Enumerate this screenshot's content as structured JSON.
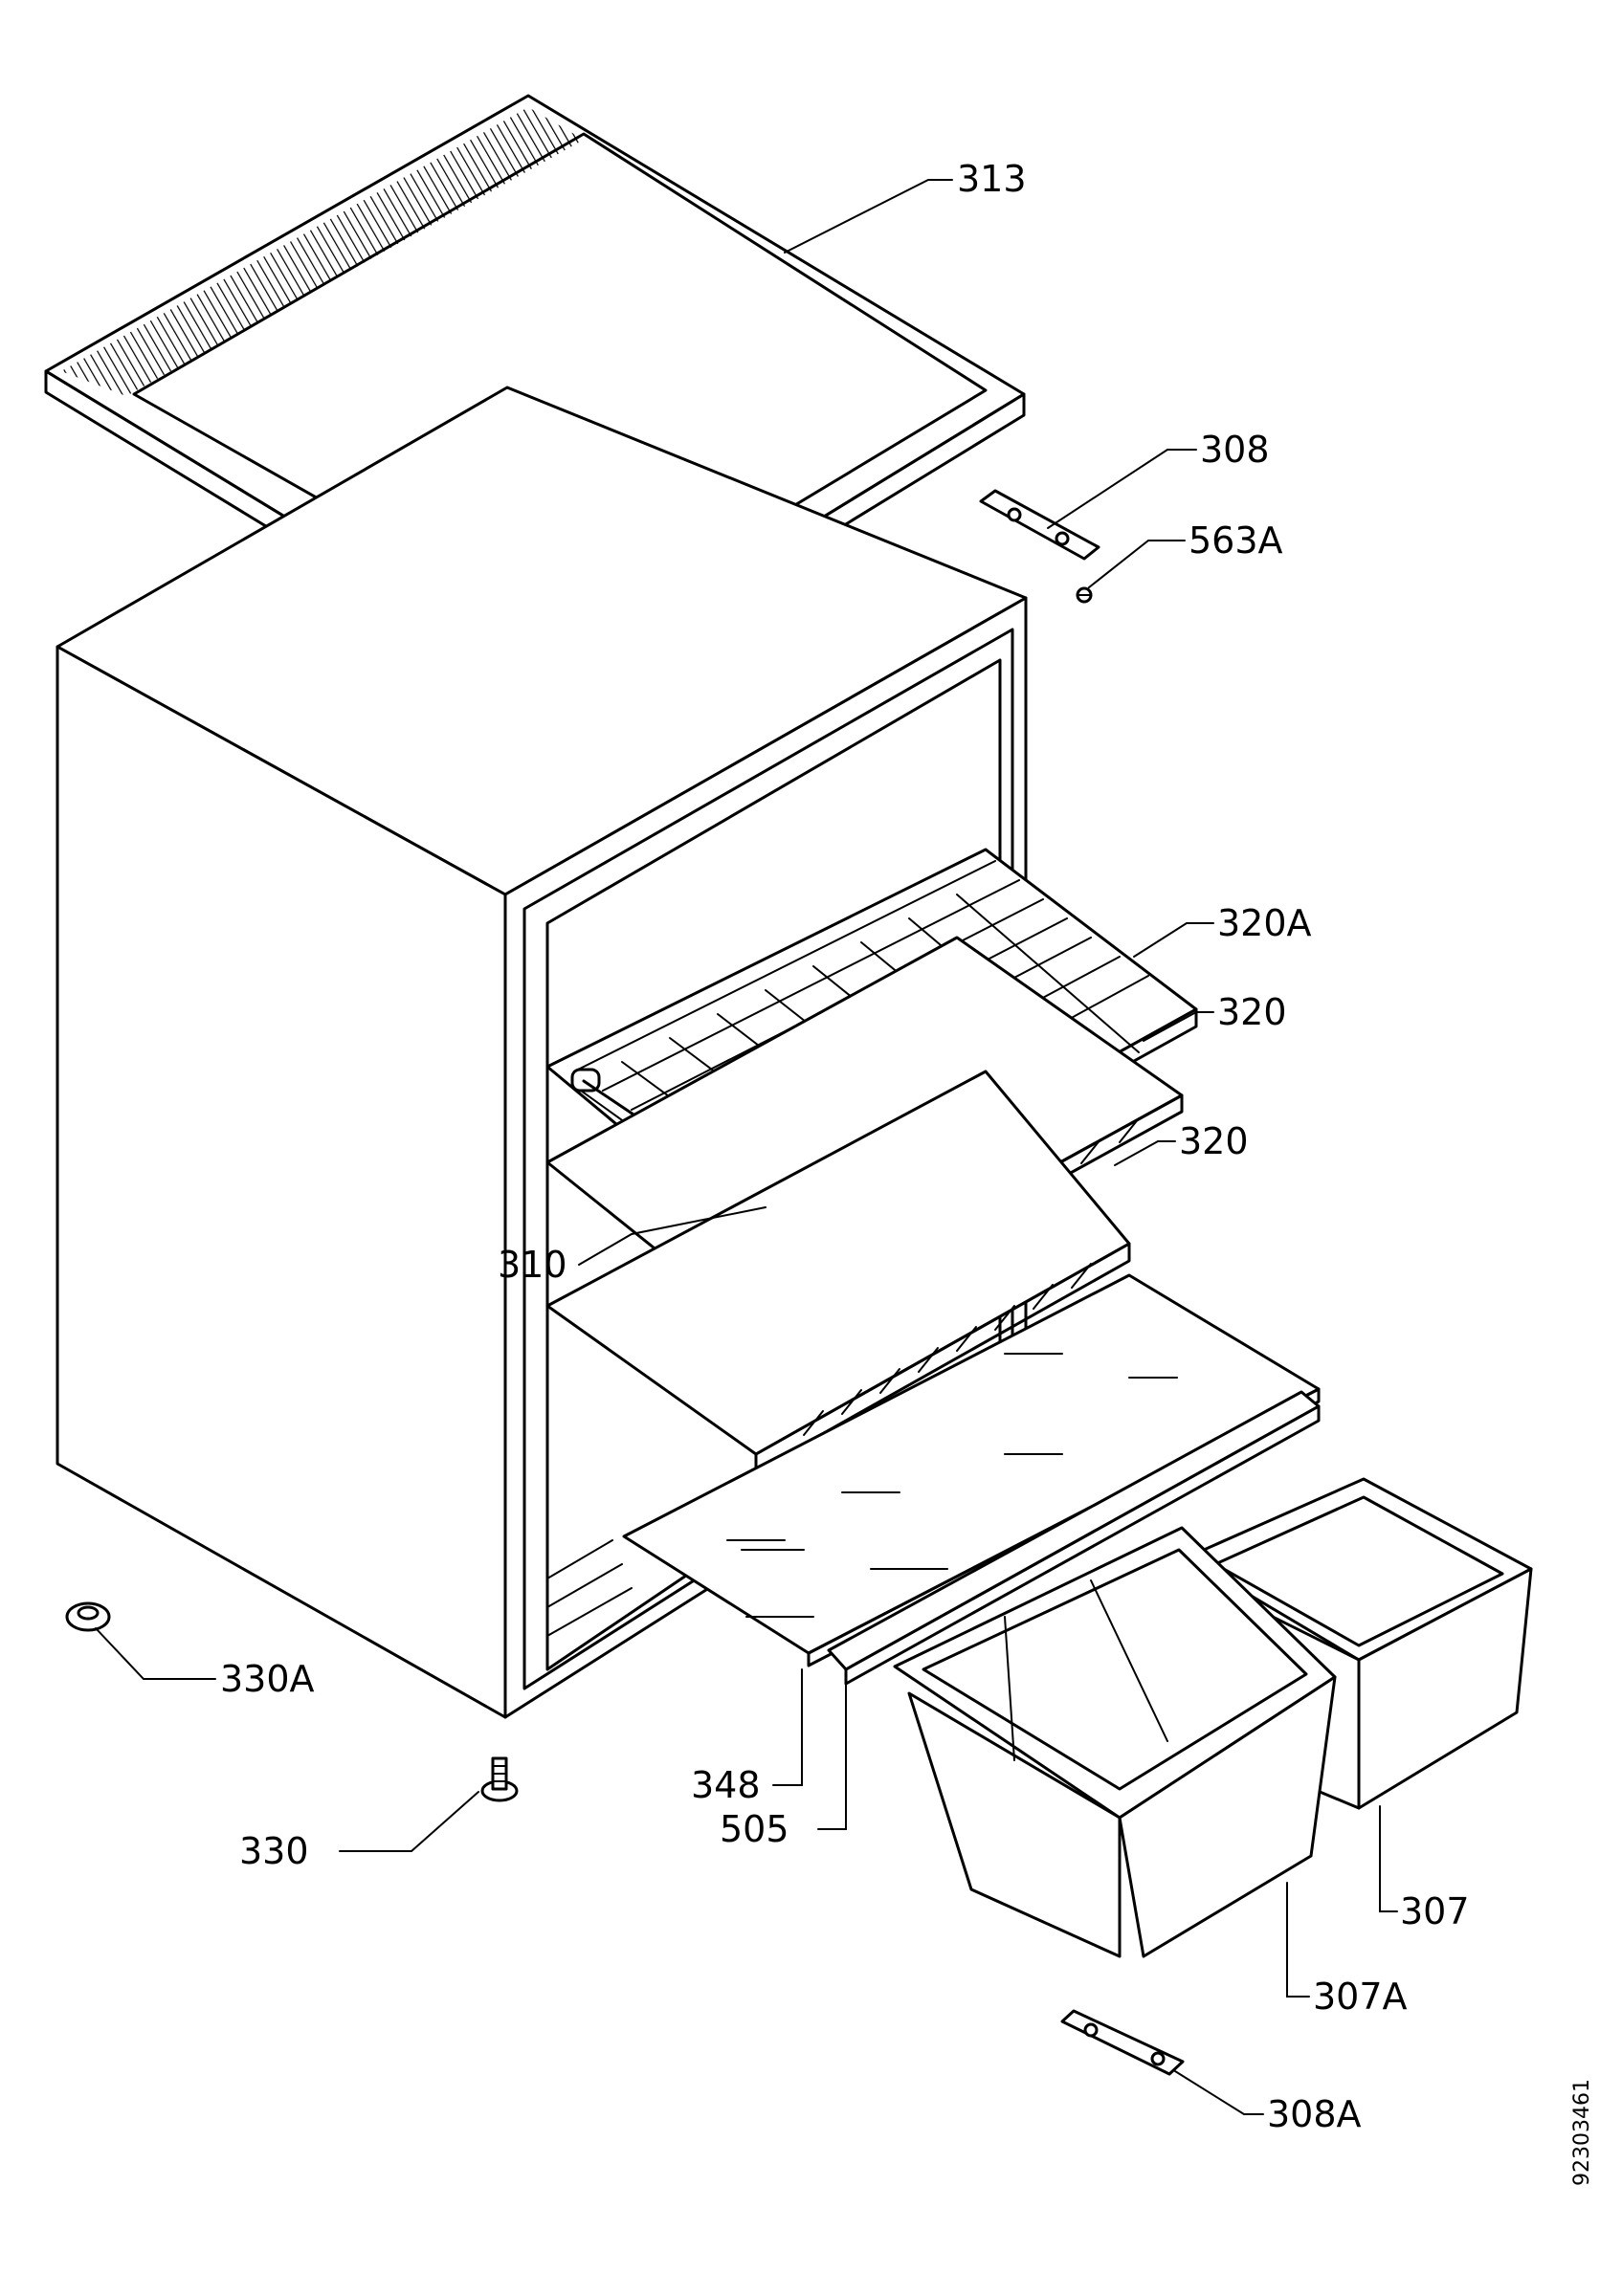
{
  "labels": {
    "p313": "313",
    "p308": "308",
    "p563A": "563A",
    "p320A": "320A",
    "p320_upper": "320",
    "p320_lower": "320",
    "p310": "310",
    "p330A": "330A",
    "p330": "330",
    "p348": "348",
    "p505": "505",
    "p307": "307",
    "p307A": "307A",
    "p308A": "308A"
  },
  "drawing_ref": "92303461"
}
